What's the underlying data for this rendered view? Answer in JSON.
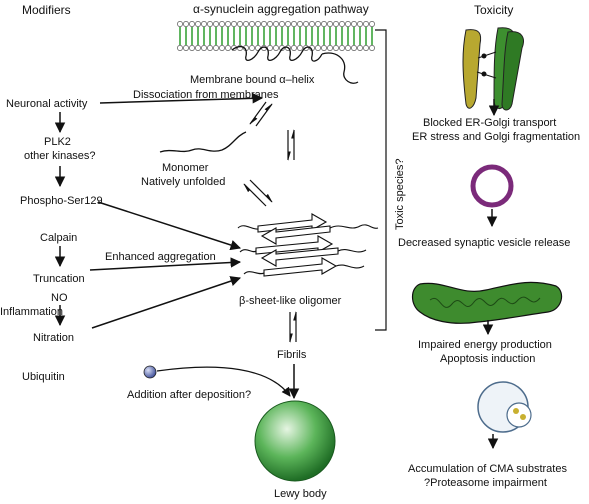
{
  "headers": {
    "modifiers": "Modifiers",
    "pathway": "α-synuclein aggregation pathway",
    "toxicity": "Toxicity"
  },
  "pathway": {
    "membrane_helix": "Membrane bound α–helix",
    "dissociation": "Dissociation from membranes",
    "monomer": "Monomer",
    "natively_unfolded": "Natively unfolded",
    "oligomer": "β-sheet-like oligomer",
    "fibrils": "Fibrils",
    "lewy_body": "Lewy body",
    "toxic_species": "Toxic species?"
  },
  "modifiers": {
    "neuronal_activity": "Neuronal activity",
    "plk2": "PLK2",
    "other_kinases": "other kinases?",
    "phospho_ser129": "Phospho-Ser129",
    "calpain": "Calpain",
    "truncation": "Truncation",
    "enhanced_aggregation": "Enhanced aggregation",
    "no": "NO",
    "inflammation": "Inflammation",
    "nitration": "Nitration",
    "ubiquitin": "Ubiquitin",
    "addition_after_deposition": "Addition after deposition?"
  },
  "toxicity": {
    "golgi_line1": "Blocked ER-Golgi transport",
    "golgi_line2": "ER stress and Golgi fragmentation",
    "vesicle": "Decreased synaptic vesicle release",
    "mito_line1": "Impaired energy production",
    "mito_line2": "Apoptosis induction",
    "cma_line1": "Accumulation of CMA substrates",
    "cma_line2": "?Proteasome impairment"
  },
  "colors": {
    "membrane_green": "#3aa33a",
    "golgi_yellow": "#b8a830",
    "golgi_green": "#3d8f2f",
    "vesicle_purple": "#7b2a7a",
    "mito_green": "#3e8b2e",
    "lewy_green": "#3f9b3f",
    "ubiquitin_blue": "#4a5ba8"
  }
}
